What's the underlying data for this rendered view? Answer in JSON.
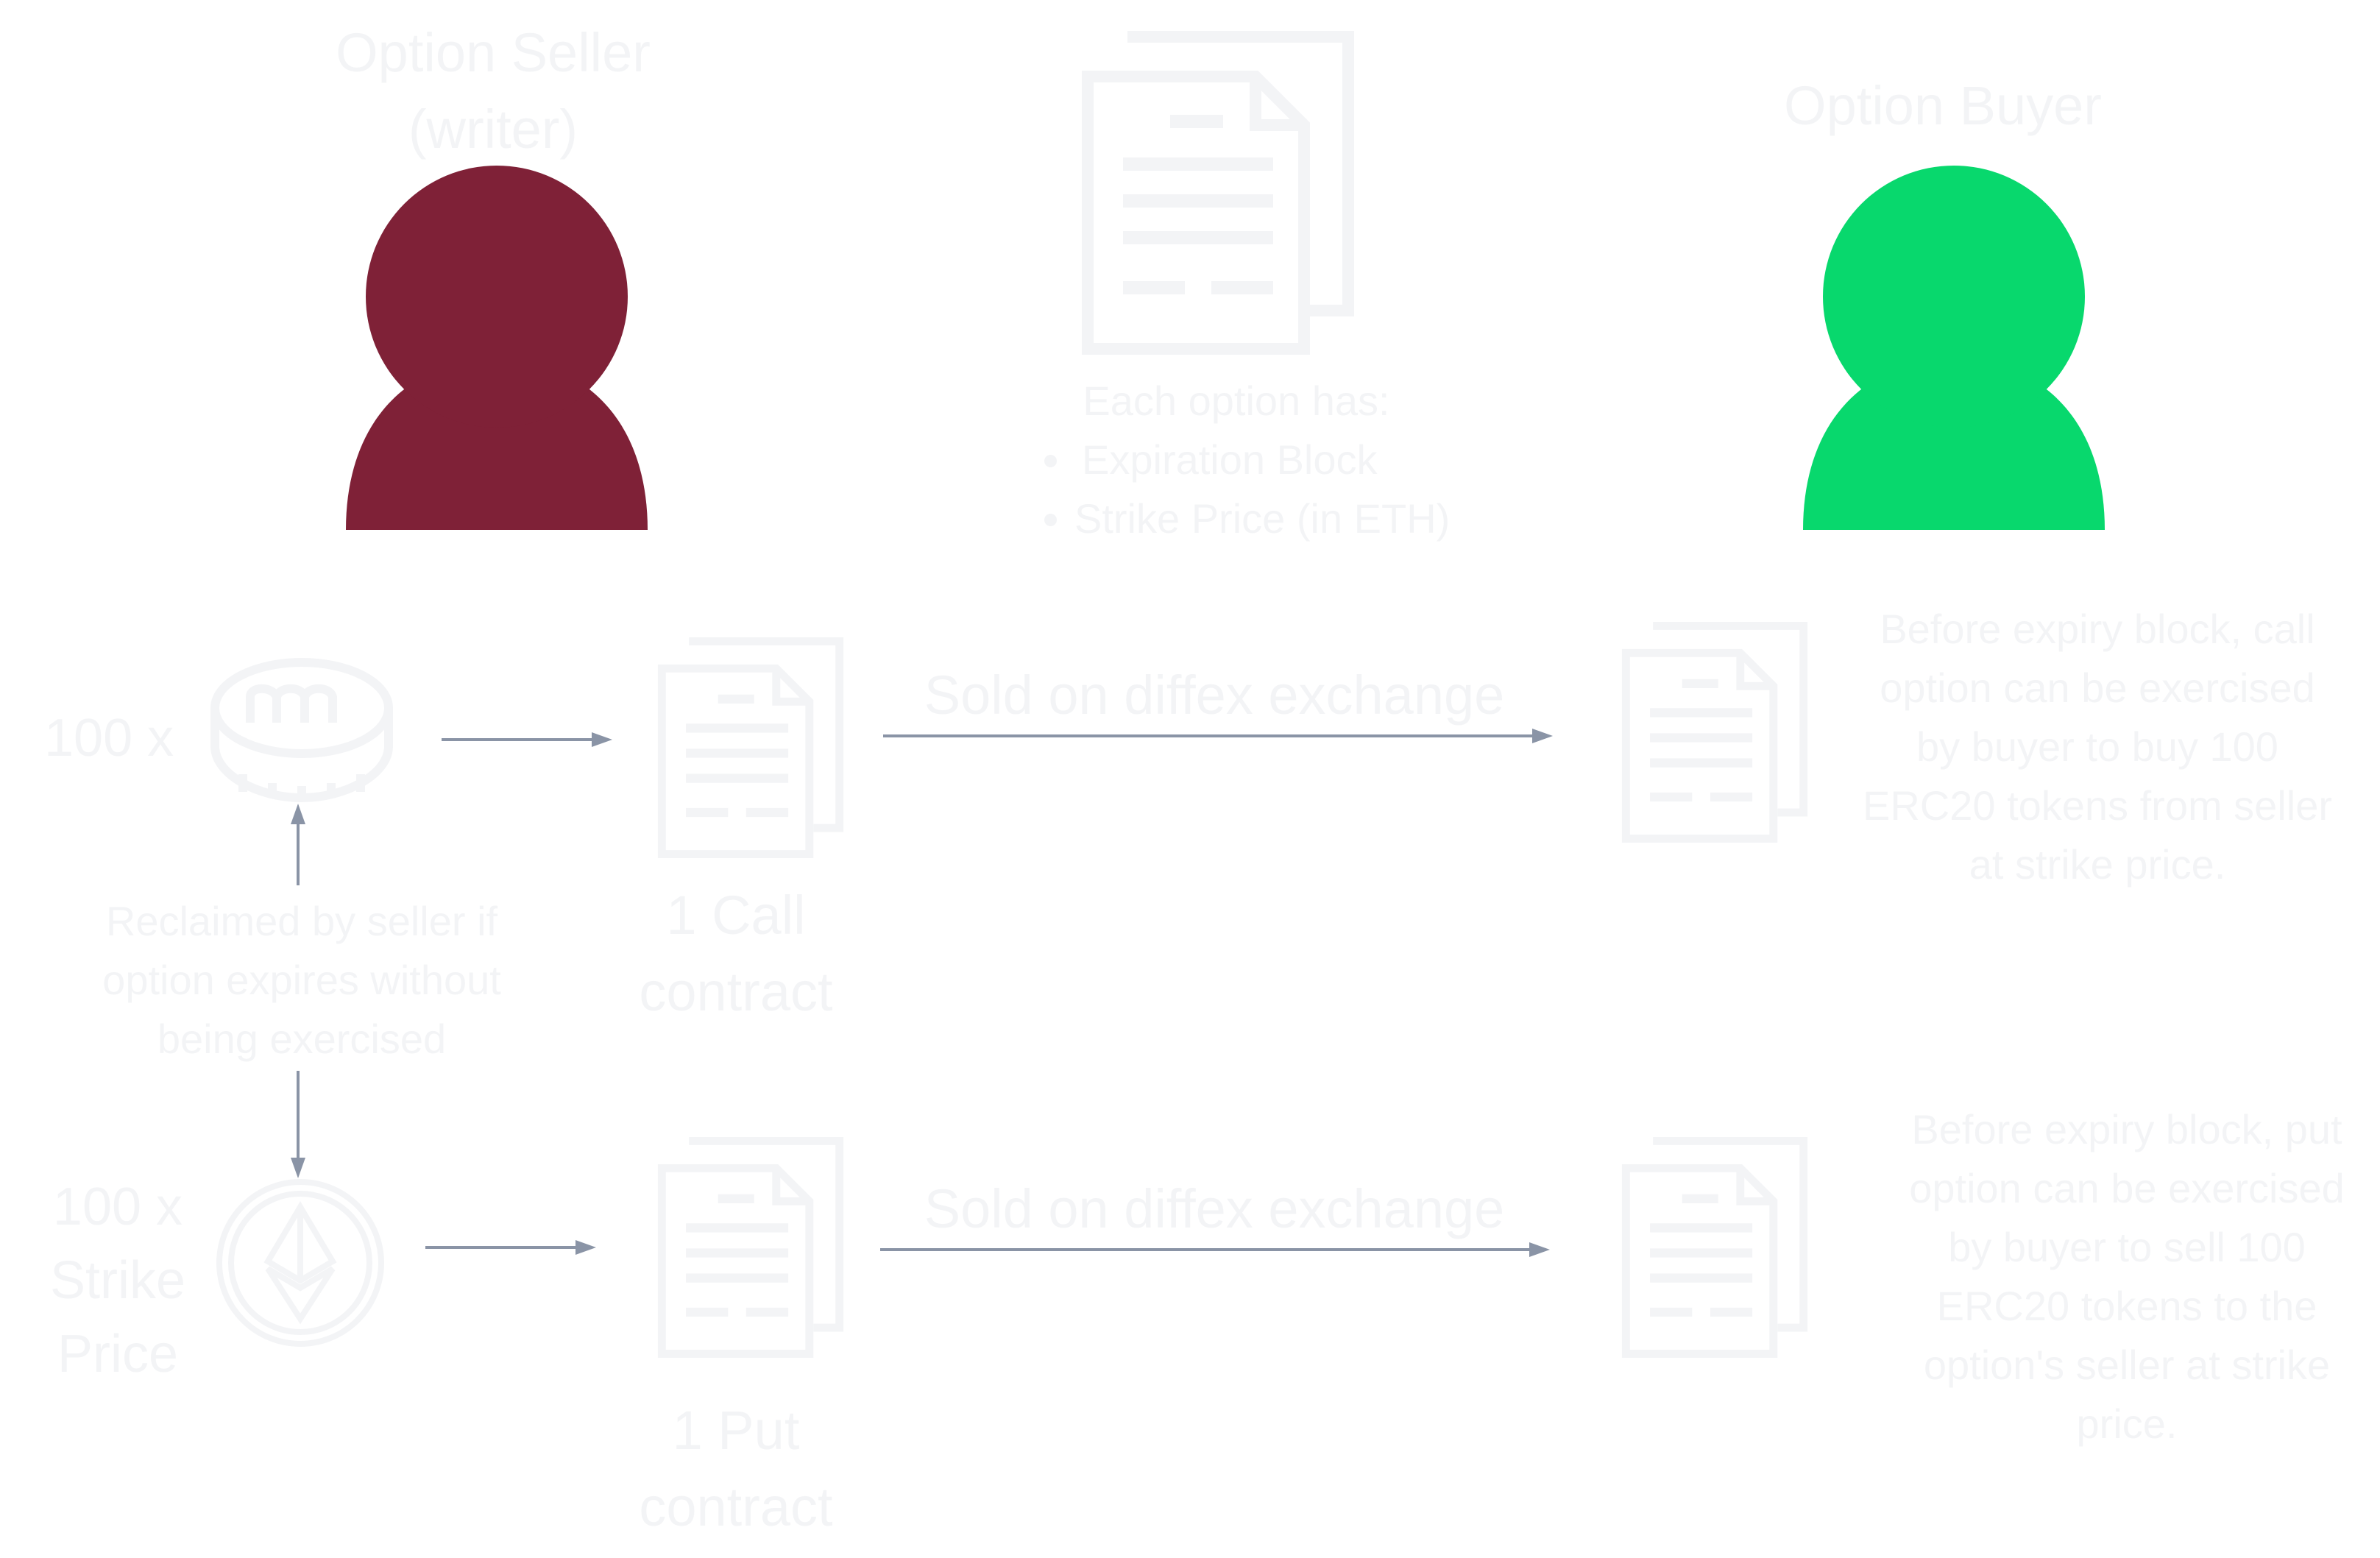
{
  "title_seller": "Option Seller (writer)",
  "title_buyer": "Option Buyer",
  "option_info": {
    "heading": "Each option has:",
    "items": [
      "Expiration Block",
      "Strike Price (in ETH)"
    ]
  },
  "call_row": {
    "token_amount": "100 x",
    "contract_label": "1 Call contract",
    "exchange_label": "Sold on diffex exchange",
    "buyer_note": "Before expiry block, call option can be exercised by buyer to buy 100 ERC20 tokens from seller at strike price."
  },
  "reclaim_note": "Reclaimed by seller if option expires without being exercised",
  "put_row": {
    "eth_amount": "100 x Strike Price",
    "contract_label": "1 Put contract",
    "exchange_label": "Sold on diffex exchange",
    "buyer_note": "Before expiry block, put option can be exercised by buyer to sell 100 ERC20 tokens to the option's seller at strike price."
  },
  "colors": {
    "seller": "#7f2137",
    "buyer": "#08d86d",
    "arrow": "#8a94a6",
    "faint": "#f3f4f6"
  },
  "icons": {
    "seller": "person-icon",
    "buyer": "person-icon",
    "token": "coin-icon",
    "eth": "ethereum-icon",
    "document": "document-icon"
  }
}
